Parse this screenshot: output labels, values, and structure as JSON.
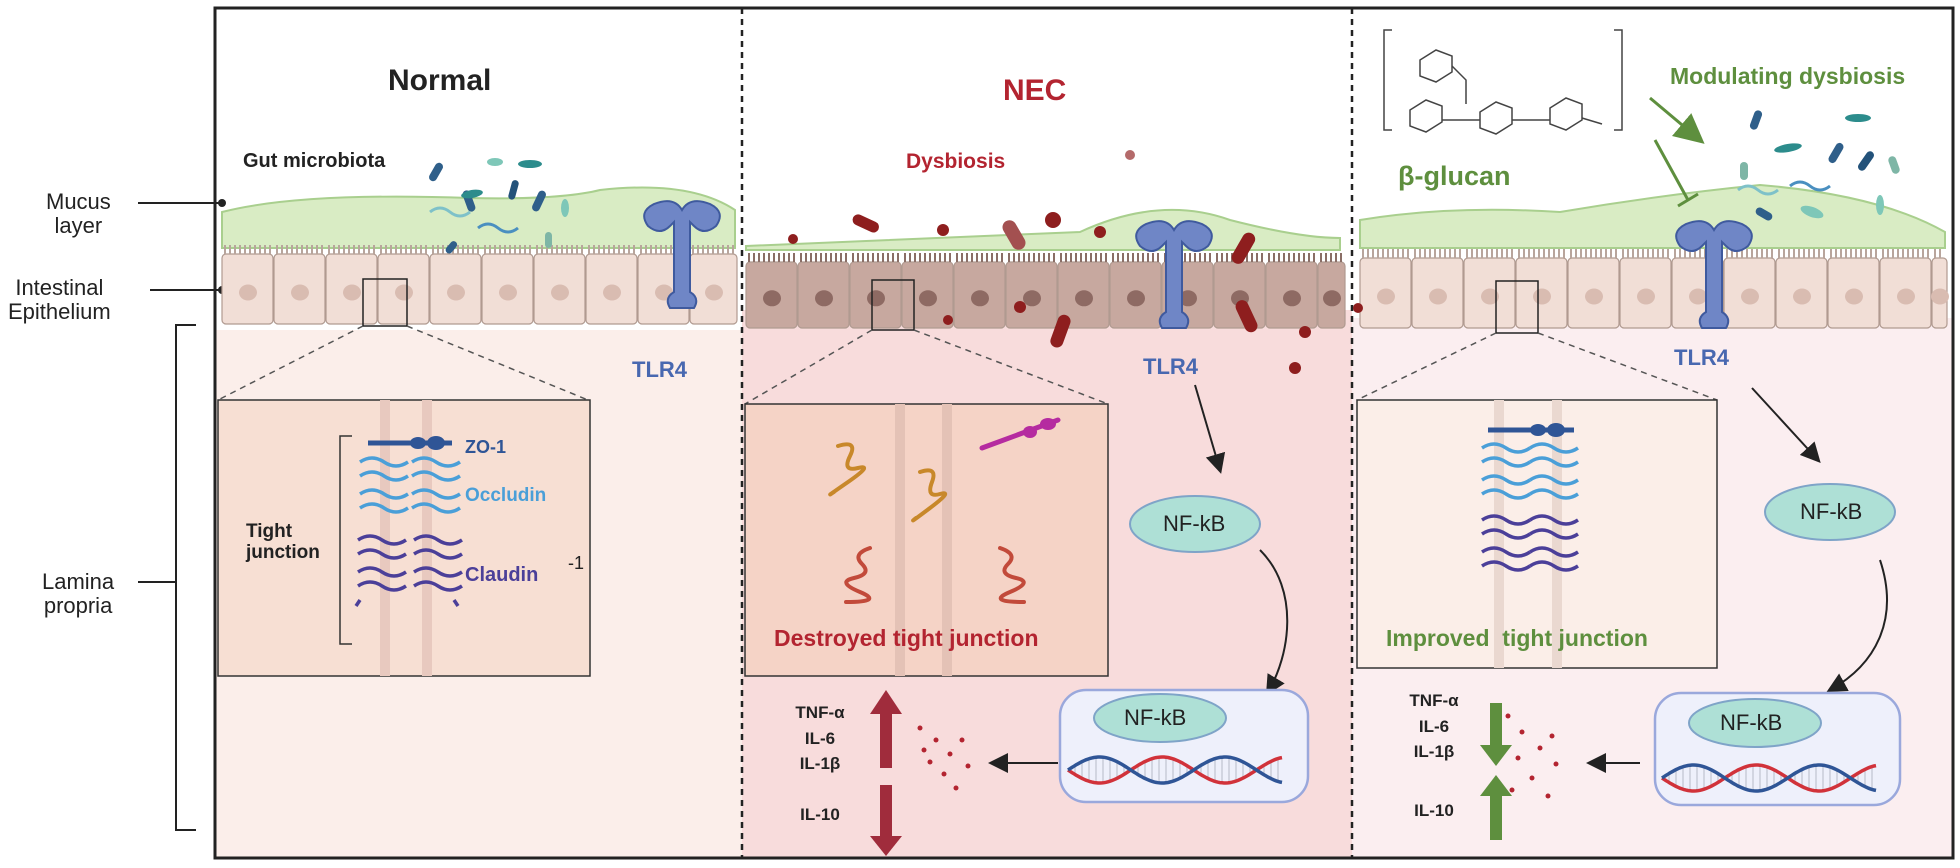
{
  "side_labels": {
    "mucus_line1": "Mucus",
    "mucus_line2": "layer",
    "epithelium_line1": "Intestinal",
    "epithelium_line2": "Epithelium",
    "lamina_line1": "Lamina",
    "lamina_line2": "propria"
  },
  "panels": {
    "normal": {
      "title": "Normal",
      "microbiota": "Gut microbiota",
      "receptor": "TLR4",
      "tight_junction_line1": "Tight",
      "tight_junction_line2": "junction",
      "proteins": {
        "zo1": "ZO-1",
        "occludin": "Occludin",
        "claudin": "Claudin",
        "claudin_suffix": "-1"
      }
    },
    "nec": {
      "title": "NEC",
      "dysbiosis": "Dysbiosis",
      "receptor": "TLR4",
      "nfkb": "NF-kB",
      "nfkb_nucleus": "NF-kB",
      "junction_caption": "Destroyed tight junction",
      "cytokines": [
        "TNF-α",
        "IL-6",
        "IL-1β"
      ],
      "anti_cytokine": "IL-10"
    },
    "treatment": {
      "compound": "β-glucan",
      "effect": "Modulating dysbiosis",
      "receptor": "TLR4",
      "nfkb": "NF-kB",
      "nfkb_nucleus": "NF-kB",
      "junction_caption": "Improved  tight junction",
      "cytokines": [
        "TNF-α",
        "IL-6",
        "IL-1β"
      ],
      "anti_cytokine": "IL-10"
    }
  },
  "colors": {
    "nec_red": "#b32430",
    "treatment_green": "#5e8f3e",
    "receptor_blue": "#4868b0",
    "nfkb_fill": "#aee0d6",
    "mucus": "#d9ecc4"
  }
}
